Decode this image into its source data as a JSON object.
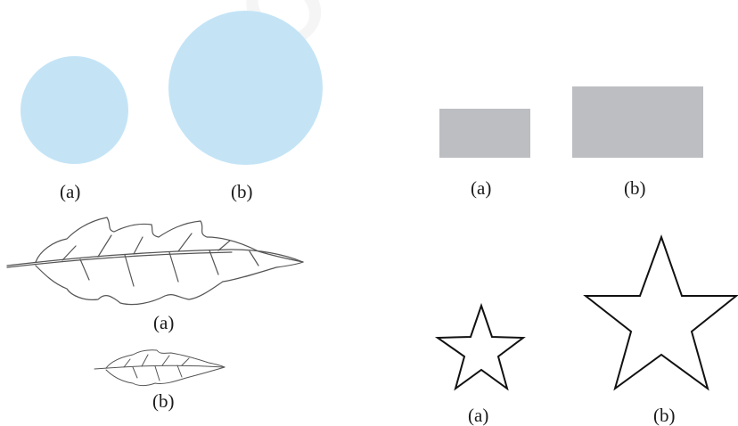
{
  "colors": {
    "circle_fill": "#c4e4f6",
    "rect_fill": "#bdbec2",
    "outline": "#111111",
    "leaf_stroke": "#555555"
  },
  "watermark": "not to be",
  "labels": {
    "circle_small": "(a)",
    "circle_large": "(b)",
    "rect_small": "(a)",
    "rect_large": "(b)",
    "leaf_large": "(a)",
    "leaf_small": "(b)",
    "star_small": "(a)",
    "star_large": "(b)"
  }
}
